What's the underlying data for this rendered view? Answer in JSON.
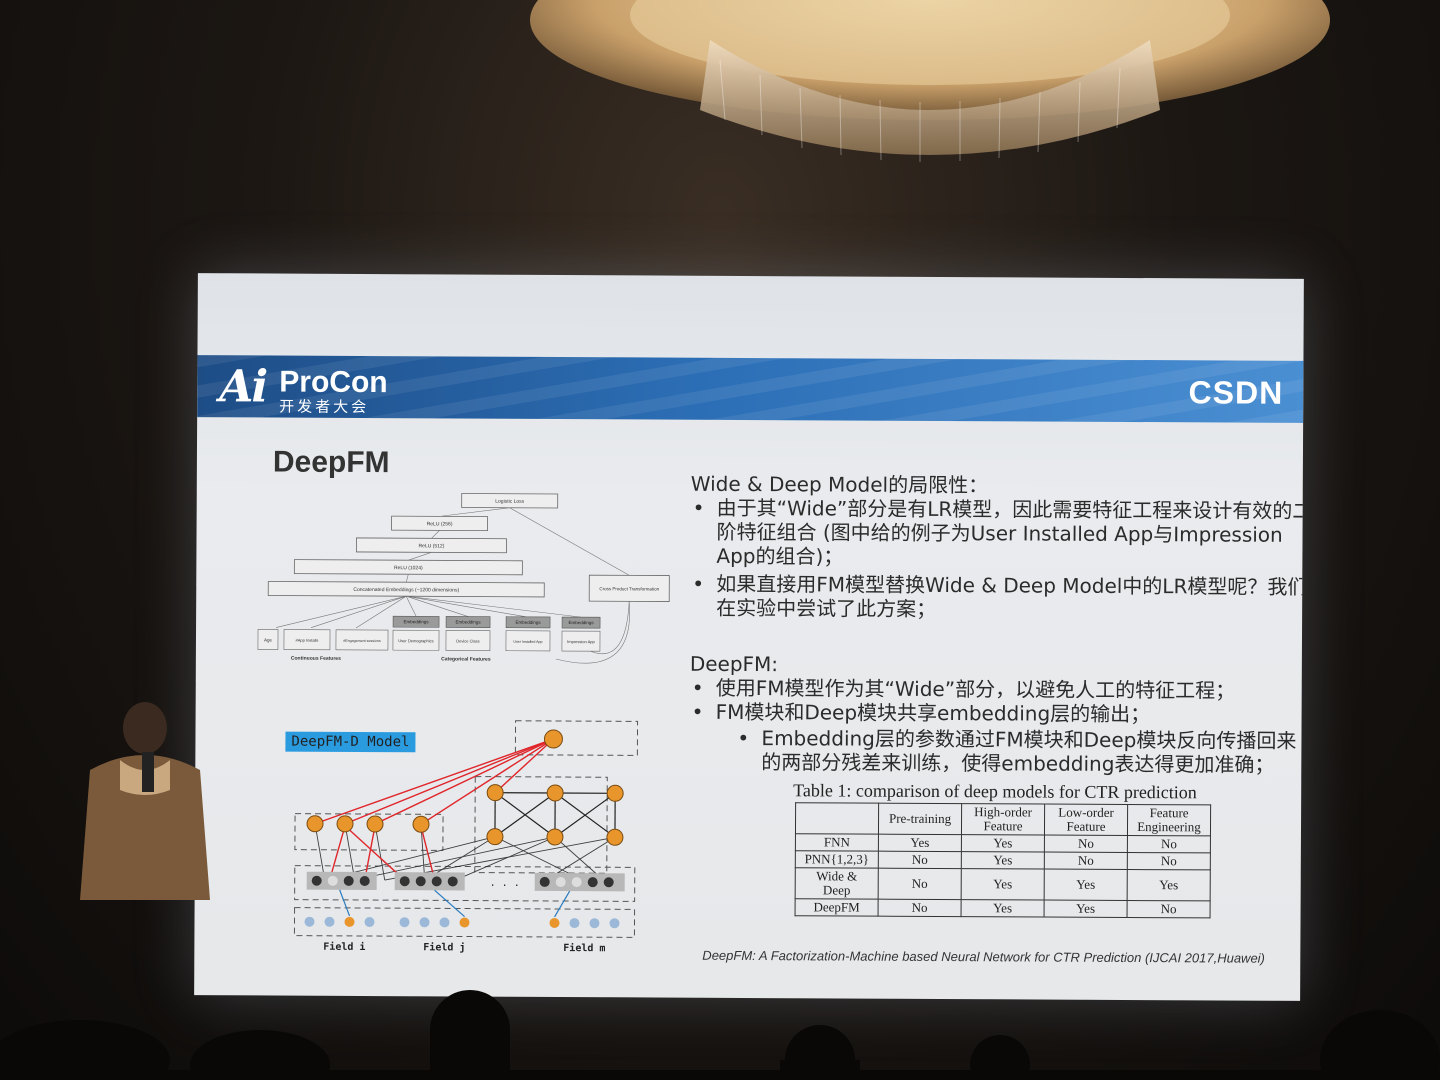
{
  "slide": {
    "logo_ai": "Ai",
    "logo_procon": "ProCon",
    "logo_sub": "开发者大会",
    "logo_csdn": "CSDN",
    "title": "DeepFM",
    "section1_heading": "Wide & Deep Model的局限性：",
    "bullet1": "由于其“Wide”部分是有LR模型，因此需要特征工程来设计有效的二阶特征组合 (图中给的例子为User Installed App与Impression App的组合)；",
    "bullet2": "如果直接用FM模型替换Wide & Deep Model中的LR模型呢？我们在实验中尝试了此方案；",
    "section2_heading": "DeepFM:",
    "bullet3": "使用FM模型作为其“Wide”部分，以避免人工的特征工程；",
    "bullet4": "FM模块和Deep模块共享embedding层的输出；",
    "subbullet1": "Embedding层的参数通过FM模块和Deep模块反向传播回来的两部分残差来训练，使得embedding表达得更加准确；",
    "bullet_char": "•",
    "model_label": "DeepFM-D Model",
    "citation": "DeepFM: A Factorization-Machine based Neural Network for CTR Prediction (IJCAI 2017,Huawei)"
  },
  "wide_deep_diagram": {
    "top": "Logistic Loss",
    "layers": [
      "ReLU (256)",
      "ReLU (512)",
      "ReLU (1024)"
    ],
    "concat": "Concatenated Embeddings (~1200 dimensions)",
    "cross": "Cross Product Transformation",
    "embeddings": [
      "Embeddings",
      "Embeddings",
      "Embeddings",
      "Embeddings"
    ],
    "features": [
      "Age",
      "#App Installs",
      "#Engagement sessions",
      "User Demographics",
      "Device Class",
      "User Installed App",
      "Impression App"
    ],
    "continuous_label": "Continuous Features",
    "categorical_label": "Categorical Features"
  },
  "deepfm_diagram": {
    "fields": [
      "Field i",
      "Field j",
      "Field m"
    ],
    "ellipsis": "· · ·"
  },
  "comparison_table": {
    "caption": "Table 1: comparison of deep models for CTR prediction",
    "headers": [
      "",
      "Pre-training",
      "High-order Feature",
      "Low-order Feature",
      "Feature Engineering"
    ],
    "rows": [
      [
        "FNN",
        "Yes",
        "Yes",
        "No",
        "No"
      ],
      [
        "PNN{1,2,3}",
        "No",
        "Yes",
        "No",
        "No"
      ],
      [
        "Wide & Deep",
        "No",
        "Yes",
        "Yes",
        "Yes"
      ],
      [
        "DeepFM",
        "No",
        "Yes",
        "Yes",
        "No"
      ]
    ]
  },
  "colors": {
    "banner": "#2c6eb5",
    "slide_bg": "#e8eaed",
    "model_label_bg": "#2b9be0",
    "arrow_red": "#e0262b",
    "node_orange": "#e8952c"
  }
}
